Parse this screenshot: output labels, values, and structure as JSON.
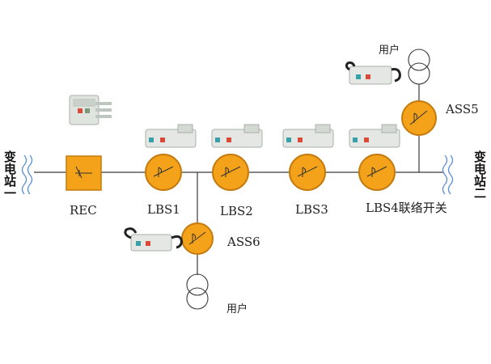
{
  "stations": {
    "left": "变电站一",
    "right": "变电站二"
  },
  "devices": {
    "rec": "REC",
    "lbs1": "LBS1",
    "lbs2": "LBS2",
    "lbs3": "LBS3",
    "lbs4": "LBS4联络开关",
    "ass5": "ASS5",
    "ass6": "ASS6"
  },
  "loads": {
    "top": "用户",
    "bottom": "用户"
  },
  "colors": {
    "line": "#3a3a3a",
    "switch_fill": "#f5a21b",
    "switch_stroke": "#c47a0c",
    "rec_fill": "#f5a21b",
    "wave": "#5b8fd6"
  },
  "icons": [
    "switch-photo",
    "recloser-photo",
    "transformer-symbol",
    "wave-break-symbol"
  ]
}
